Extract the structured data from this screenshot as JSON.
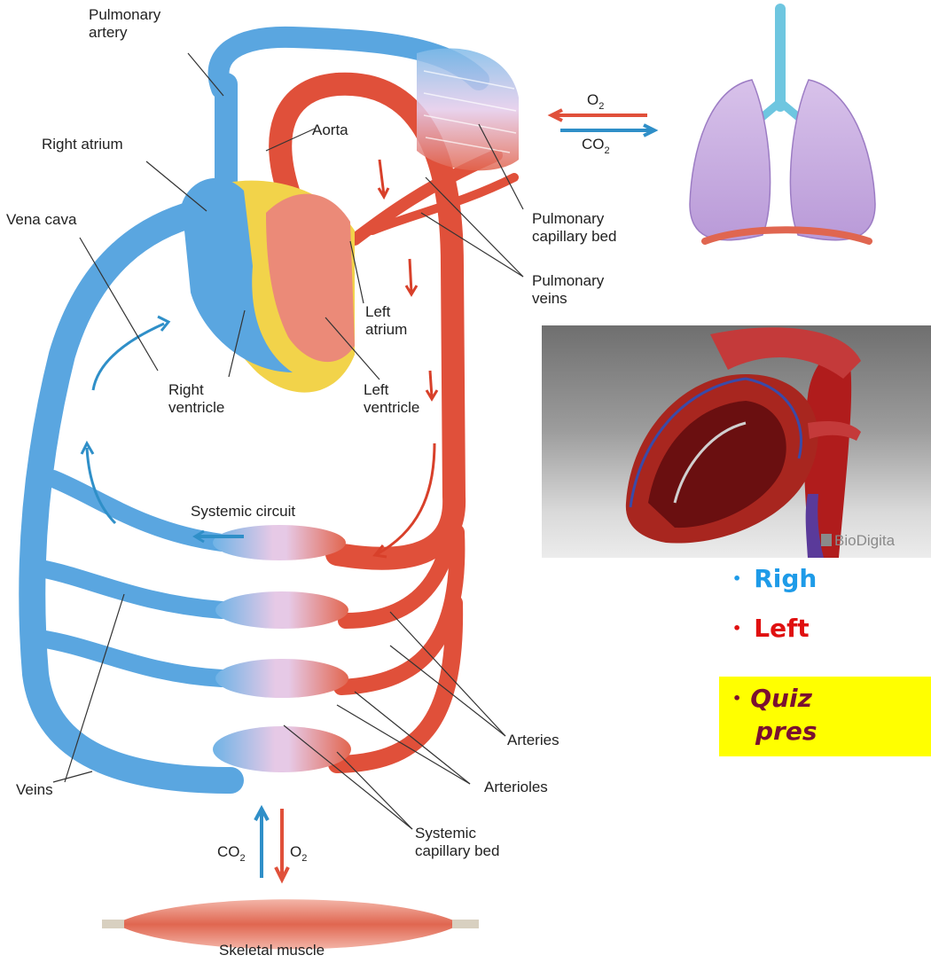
{
  "labels": {
    "pulmonary_artery_1": "Pulmonary",
    "pulmonary_artery_2": "artery",
    "right_atrium": "Right atrium",
    "vena_cava": "Vena cava",
    "aorta": "Aorta",
    "o2": "O",
    "co2": "CO",
    "sub2": "2",
    "pulmonary_capillary_1": "Pulmonary",
    "pulmonary_capillary_2": "capillary bed",
    "pulmonary_veins_1": "Pulmonary",
    "pulmonary_veins_2": "veins",
    "left_atrium_1": "Left",
    "left_atrium_2": "atrium",
    "right_ventricle_1": "Right",
    "right_ventricle_2": "ventricle",
    "left_ventricle_1": "Left",
    "left_ventricle_2": "ventricle",
    "systemic_circuit": "Systemic circuit",
    "arteries": "Arteries",
    "veins": "Veins",
    "arterioles": "Arterioles",
    "systemic_capillary_1": "Systemic",
    "systemic_capillary_2": "capillary bed",
    "skeletal_muscle": "Skeletal muscle"
  },
  "photo": {
    "watermark": "BioDigita"
  },
  "bullets": {
    "right": "Righ",
    "left": "Left",
    "quiz_line1": "Quiz",
    "quiz_line2": "pres"
  },
  "colors": {
    "vein_blue": "#5aa6e0",
    "artery_red": "#e0503a",
    "right_bullet": "#1e9be8",
    "left_bullet": "#e01010",
    "quiz_bg": "#ffff00",
    "quiz_text": "#7a1030"
  }
}
